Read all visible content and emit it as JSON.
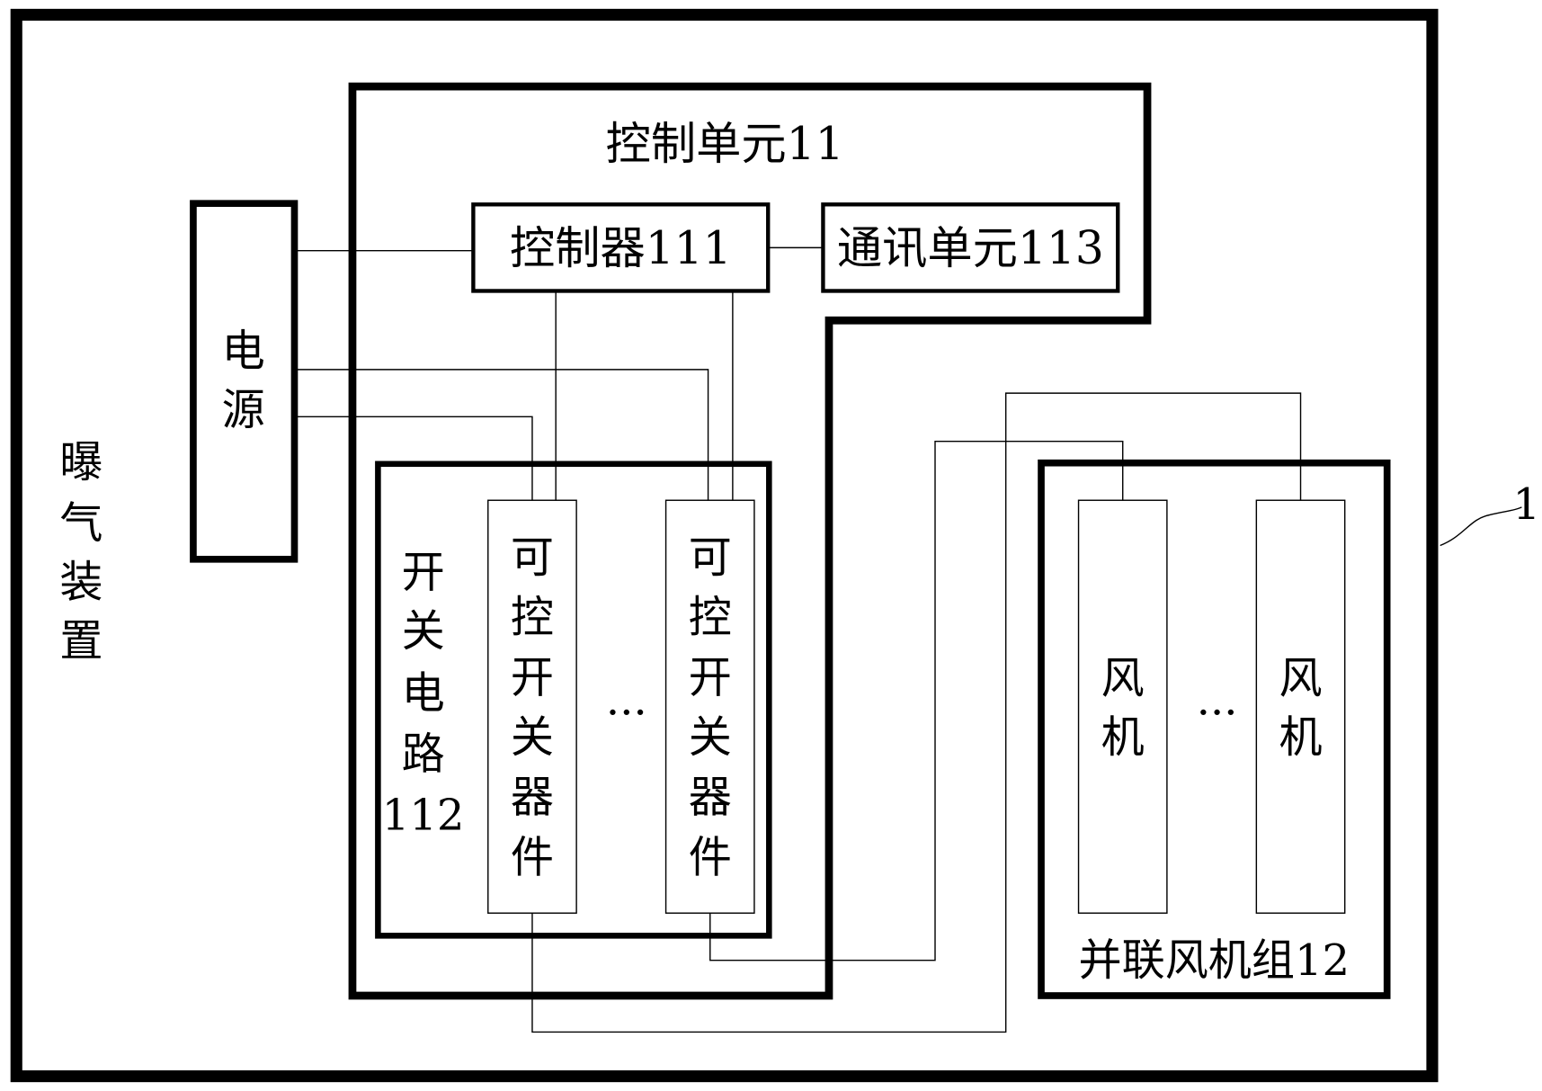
{
  "diagram": {
    "outer_label": [
      "曝",
      "气",
      "装",
      "置"
    ],
    "reference_number": "1",
    "control_unit": "控制单元11",
    "controller": "控制器111",
    "comm_unit": "通讯单元113",
    "power": [
      "电",
      "源"
    ],
    "switch_circuit": [
      "开",
      "关",
      "电",
      "路",
      "112"
    ],
    "switch_device": [
      "可",
      "控",
      "开",
      "关",
      "器",
      "件"
    ],
    "ellipsis": "···",
    "fan": [
      "风",
      "机"
    ],
    "fan_group": "并联风机组12"
  }
}
